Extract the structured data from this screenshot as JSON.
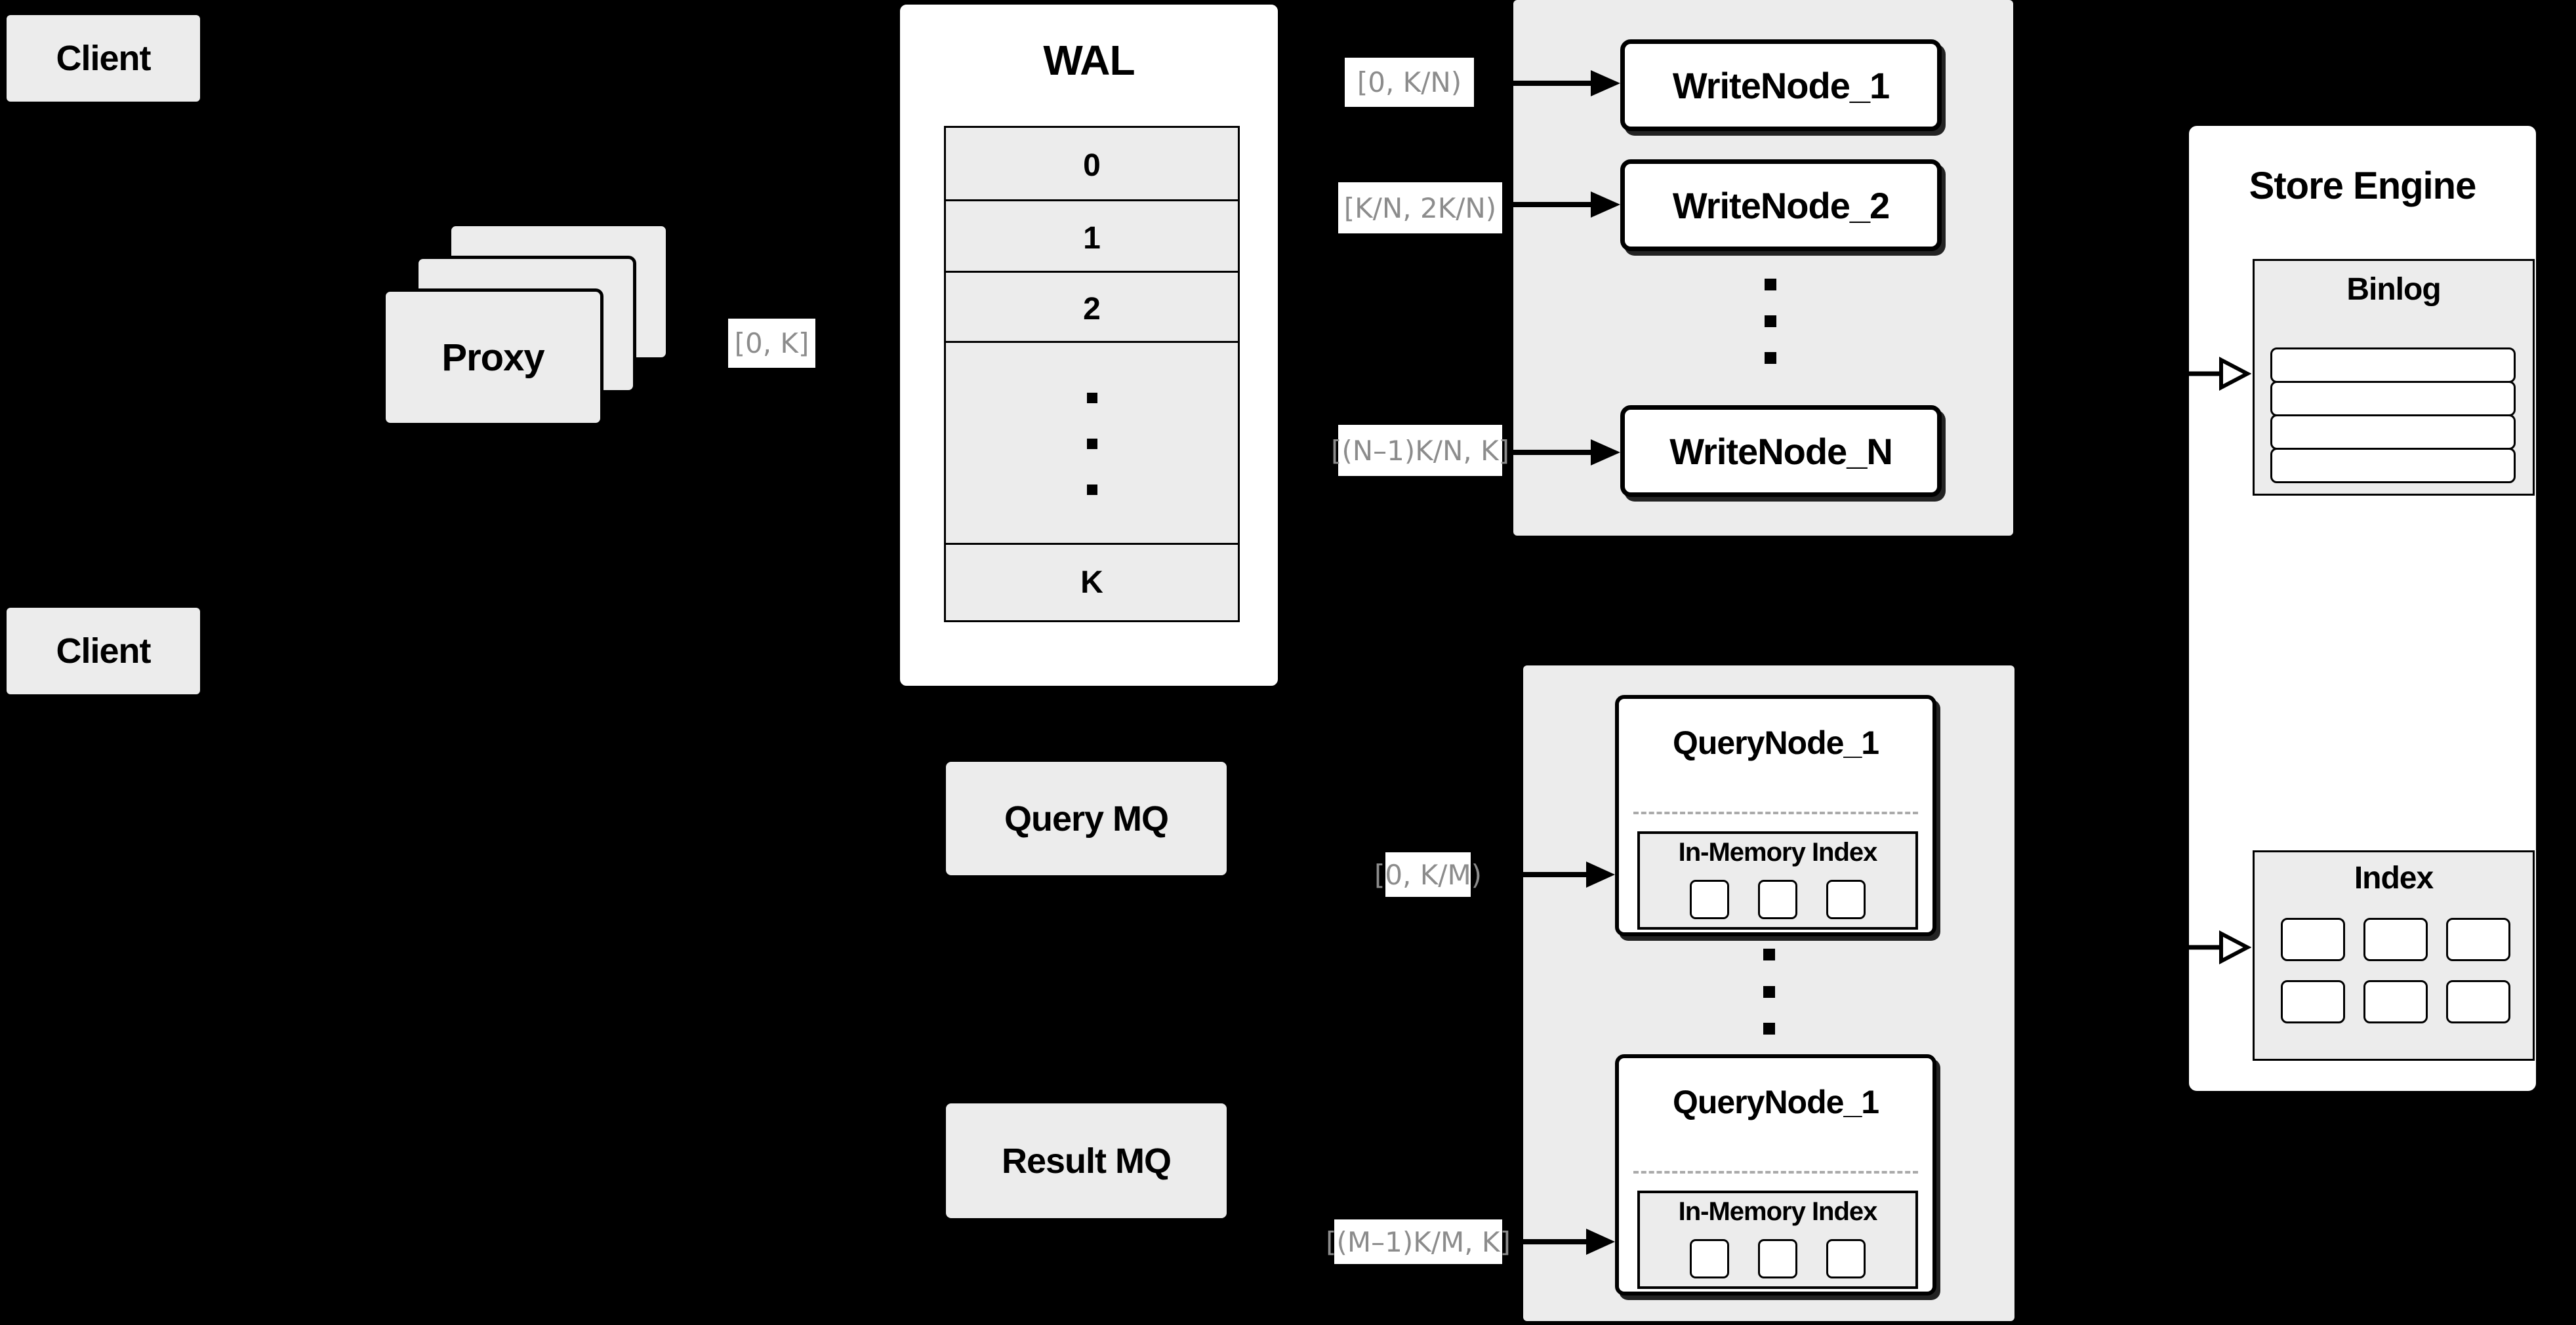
{
  "diagram": {
    "client_top": "Client",
    "client_bottom": "Client",
    "proxy": "Proxy",
    "proxy_to_wal_range": "[0, K]",
    "wal": {
      "title": "WAL",
      "segments": [
        "0",
        "1",
        "2"
      ],
      "last_segment": "K"
    },
    "write_path": {
      "ranges": [
        "[0, K/N)",
        "[K/N, 2K/N)",
        "[(N–1)K/N, K]"
      ],
      "nodes": [
        "WriteNode_1",
        "WriteNode_2",
        "WriteNode_N"
      ]
    },
    "query_path": {
      "query_mq": "Query MQ",
      "result_mq": "Result MQ",
      "ranges": [
        "[0, K/M)",
        "[(M–1)K/M, K]"
      ],
      "nodes": [
        {
          "title": "QueryNode_1",
          "inner": "In-Memory Index"
        },
        {
          "title": "QueryNode_1",
          "inner": "In-Memory Index"
        }
      ]
    },
    "store_engine": {
      "title": "Store Engine",
      "binlog": "Binlog",
      "index": "Index",
      "binlog_row_count": 4,
      "index_cell_count": 6
    },
    "colors": {
      "background": "#000000",
      "box_fill": "#ececec",
      "node_fill": "#ffffff",
      "border": "#000000",
      "range_text": "#8c8c8c"
    }
  }
}
